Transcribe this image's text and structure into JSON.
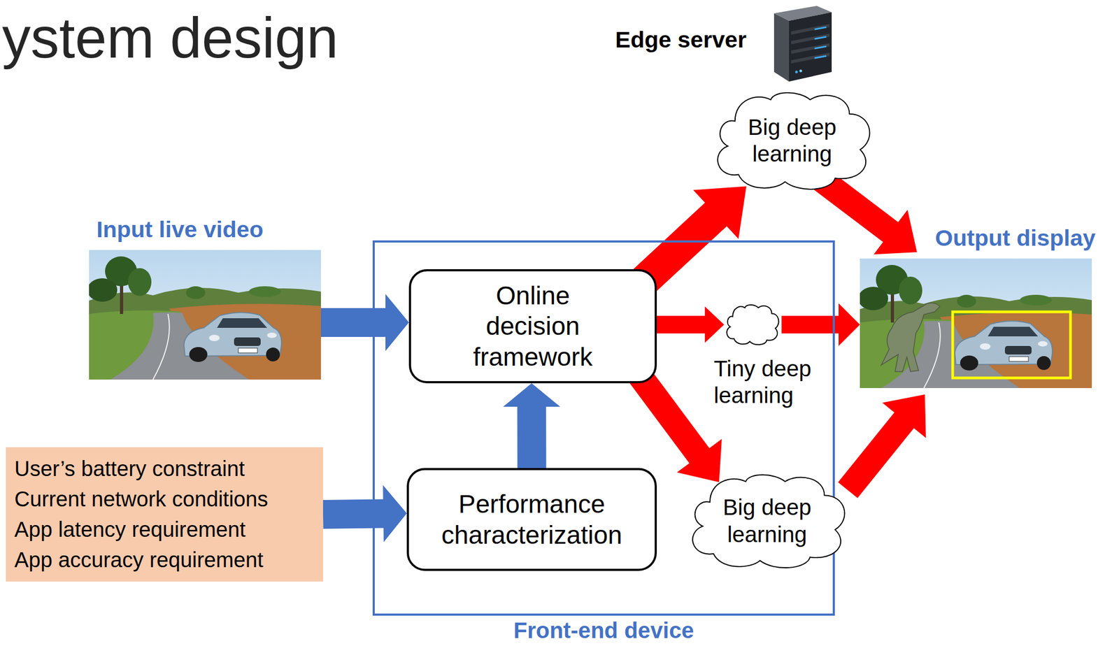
{
  "diagram": {
    "title": "ystem design",
    "nodes": [
      {
        "text": [
          "Input live video"
        ]
      },
      {
        "text": [
          "User’s battery constraint",
          "Current network conditions",
          "App latency requirement",
          "App accuracy requirement"
        ]
      },
      {
        "text": [
          "Front-end device"
        ]
      },
      {
        "text": [
          "Online decision framework"
        ],
        "in": 2
      },
      {
        "text": [
          "Performance characterization"
        ],
        "in": 2
      },
      {
        "text": [
          "Tiny deep learning"
        ],
        "in": 2
      },
      {
        "text": [
          "Big deep learning"
        ],
        "in": 2
      },
      {
        "text": [
          "Big deep learning"
        ]
      },
      {
        "text": [
          "Output display"
        ]
      }
    ],
    "edges": [
      {
        "from": 0,
        "to": 3,
        "arrow": "to"
      },
      {
        "from": 1,
        "to": 4,
        "arrow": "to"
      },
      {
        "from": 4,
        "to": 3,
        "arrow": "to"
      },
      {
        "from": 3,
        "to": 7,
        "arrow": "to"
      },
      {
        "from": 3,
        "to": 5,
        "arrow": "to"
      },
      {
        "from": 3,
        "to": 6,
        "arrow": "to"
      },
      {
        "from": 7,
        "to": 8,
        "arrow": "to"
      },
      {
        "from": 5,
        "to": 8,
        "arrow": "to"
      },
      {
        "from": 6,
        "to": 8,
        "arrow": "to"
      }
    ],
    "labels": [
      "Edge server"
    ]
  }
}
